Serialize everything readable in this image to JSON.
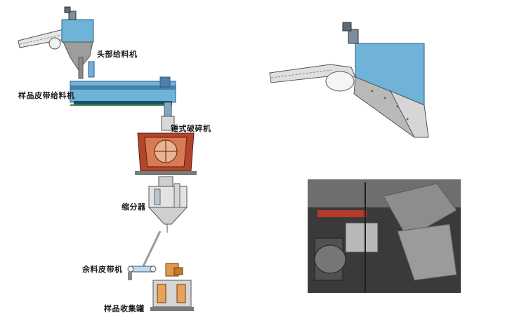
{
  "labels": {
    "head_feeder": "头部给料机",
    "belt_feeder": "样品皮带给料机",
    "hammer_crusher": "锤式破碎机",
    "divider": "缩分器",
    "residual_belt": "余料皮带机",
    "collector": "样品收集罐"
  },
  "colors": {
    "equipment_blue": "#6fb3d8",
    "frame_dark_blue": "#2d5d8a",
    "crusher_red": "#b2452b",
    "belt_gray": "#cfcfcf",
    "photo_dark": "#3a3a3a"
  }
}
